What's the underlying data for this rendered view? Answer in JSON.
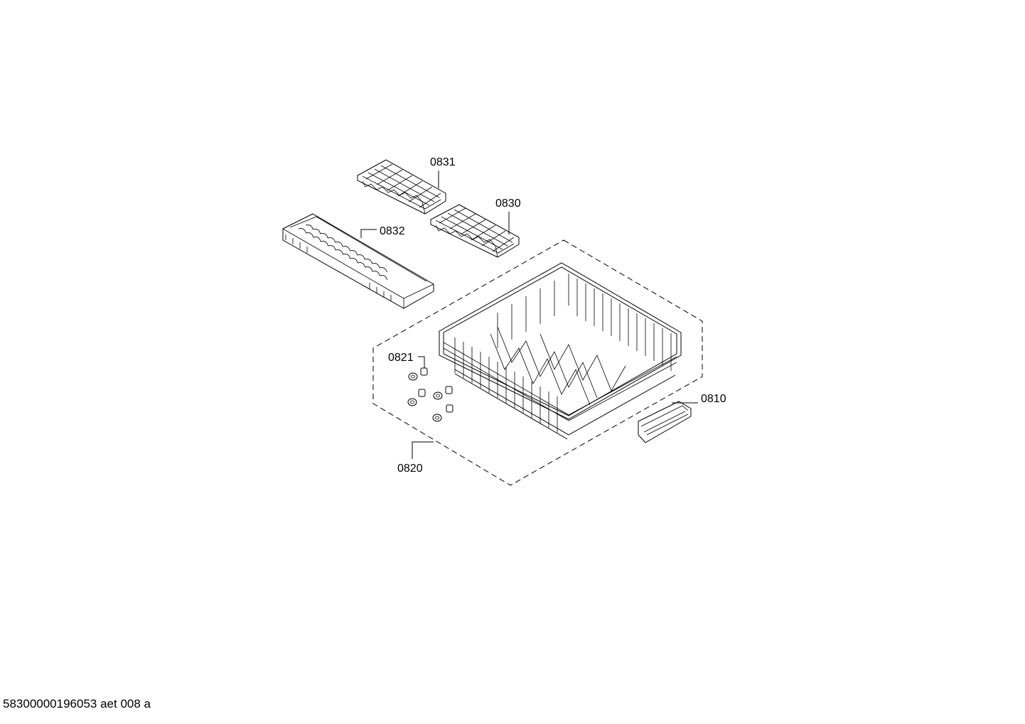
{
  "diagram": {
    "callouts": {
      "p0831": "0831",
      "p0830": "0830",
      "p0832": "0832",
      "p0821": "0821",
      "p0810": "0810",
      "p0820": "0820"
    },
    "parts": {
      "rack": "basket-rack",
      "tray_large": "cutlery-tray",
      "tray_small_a": "rack-insert",
      "tray_small_b": "rack-insert",
      "handle": "rack-handle",
      "rollers": "roller-set"
    }
  },
  "footer": {
    "doc_id": "58300000196053 aet 008 a"
  },
  "colors": {
    "line": "#000000",
    "background": "#ffffff"
  }
}
